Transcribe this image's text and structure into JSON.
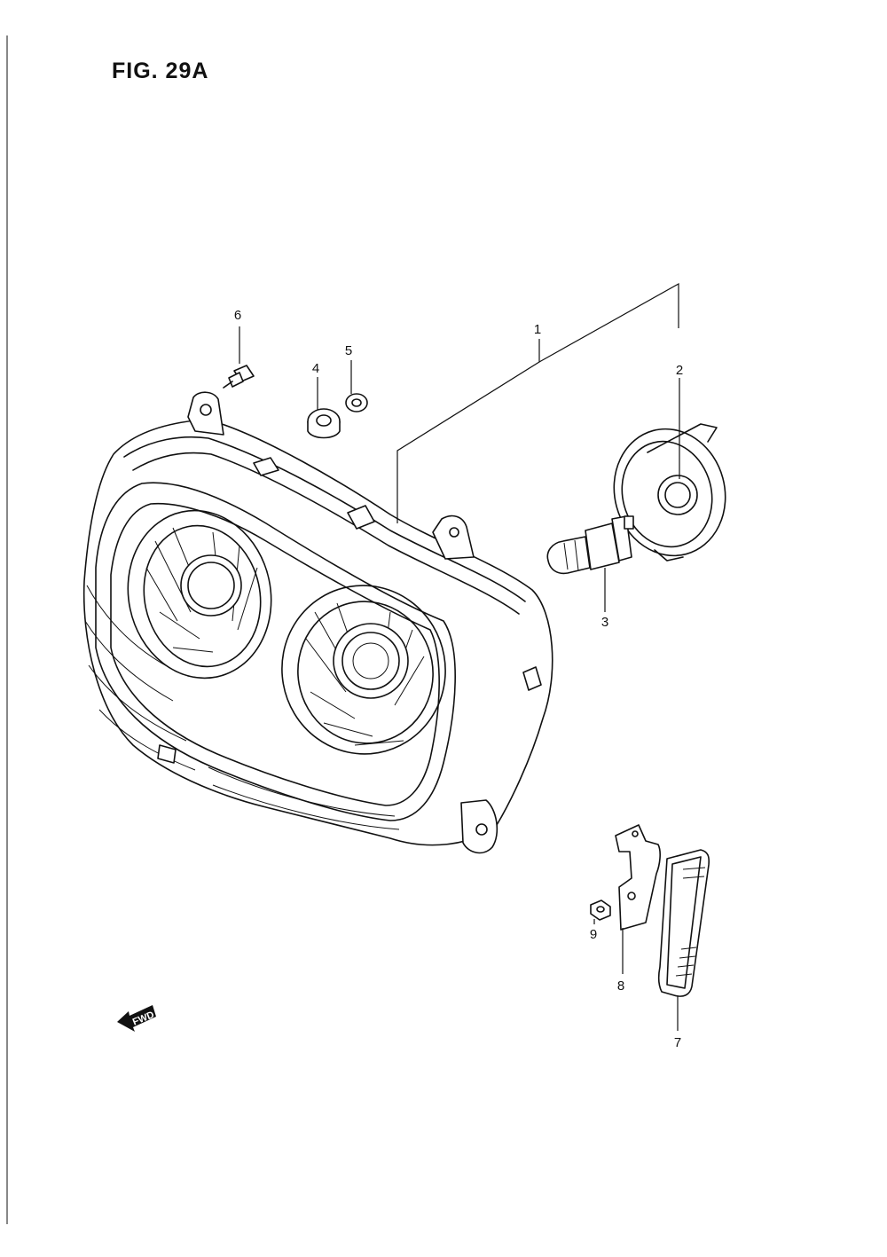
{
  "figure": {
    "title": "FIG. 29A",
    "direction_label": "FWD"
  },
  "callouts": {
    "c1": "1",
    "c2": "2",
    "c3": "3",
    "c4": "4",
    "c5": "5",
    "c6": "6",
    "c7": "7",
    "c8": "8",
    "c9": "9"
  }
}
